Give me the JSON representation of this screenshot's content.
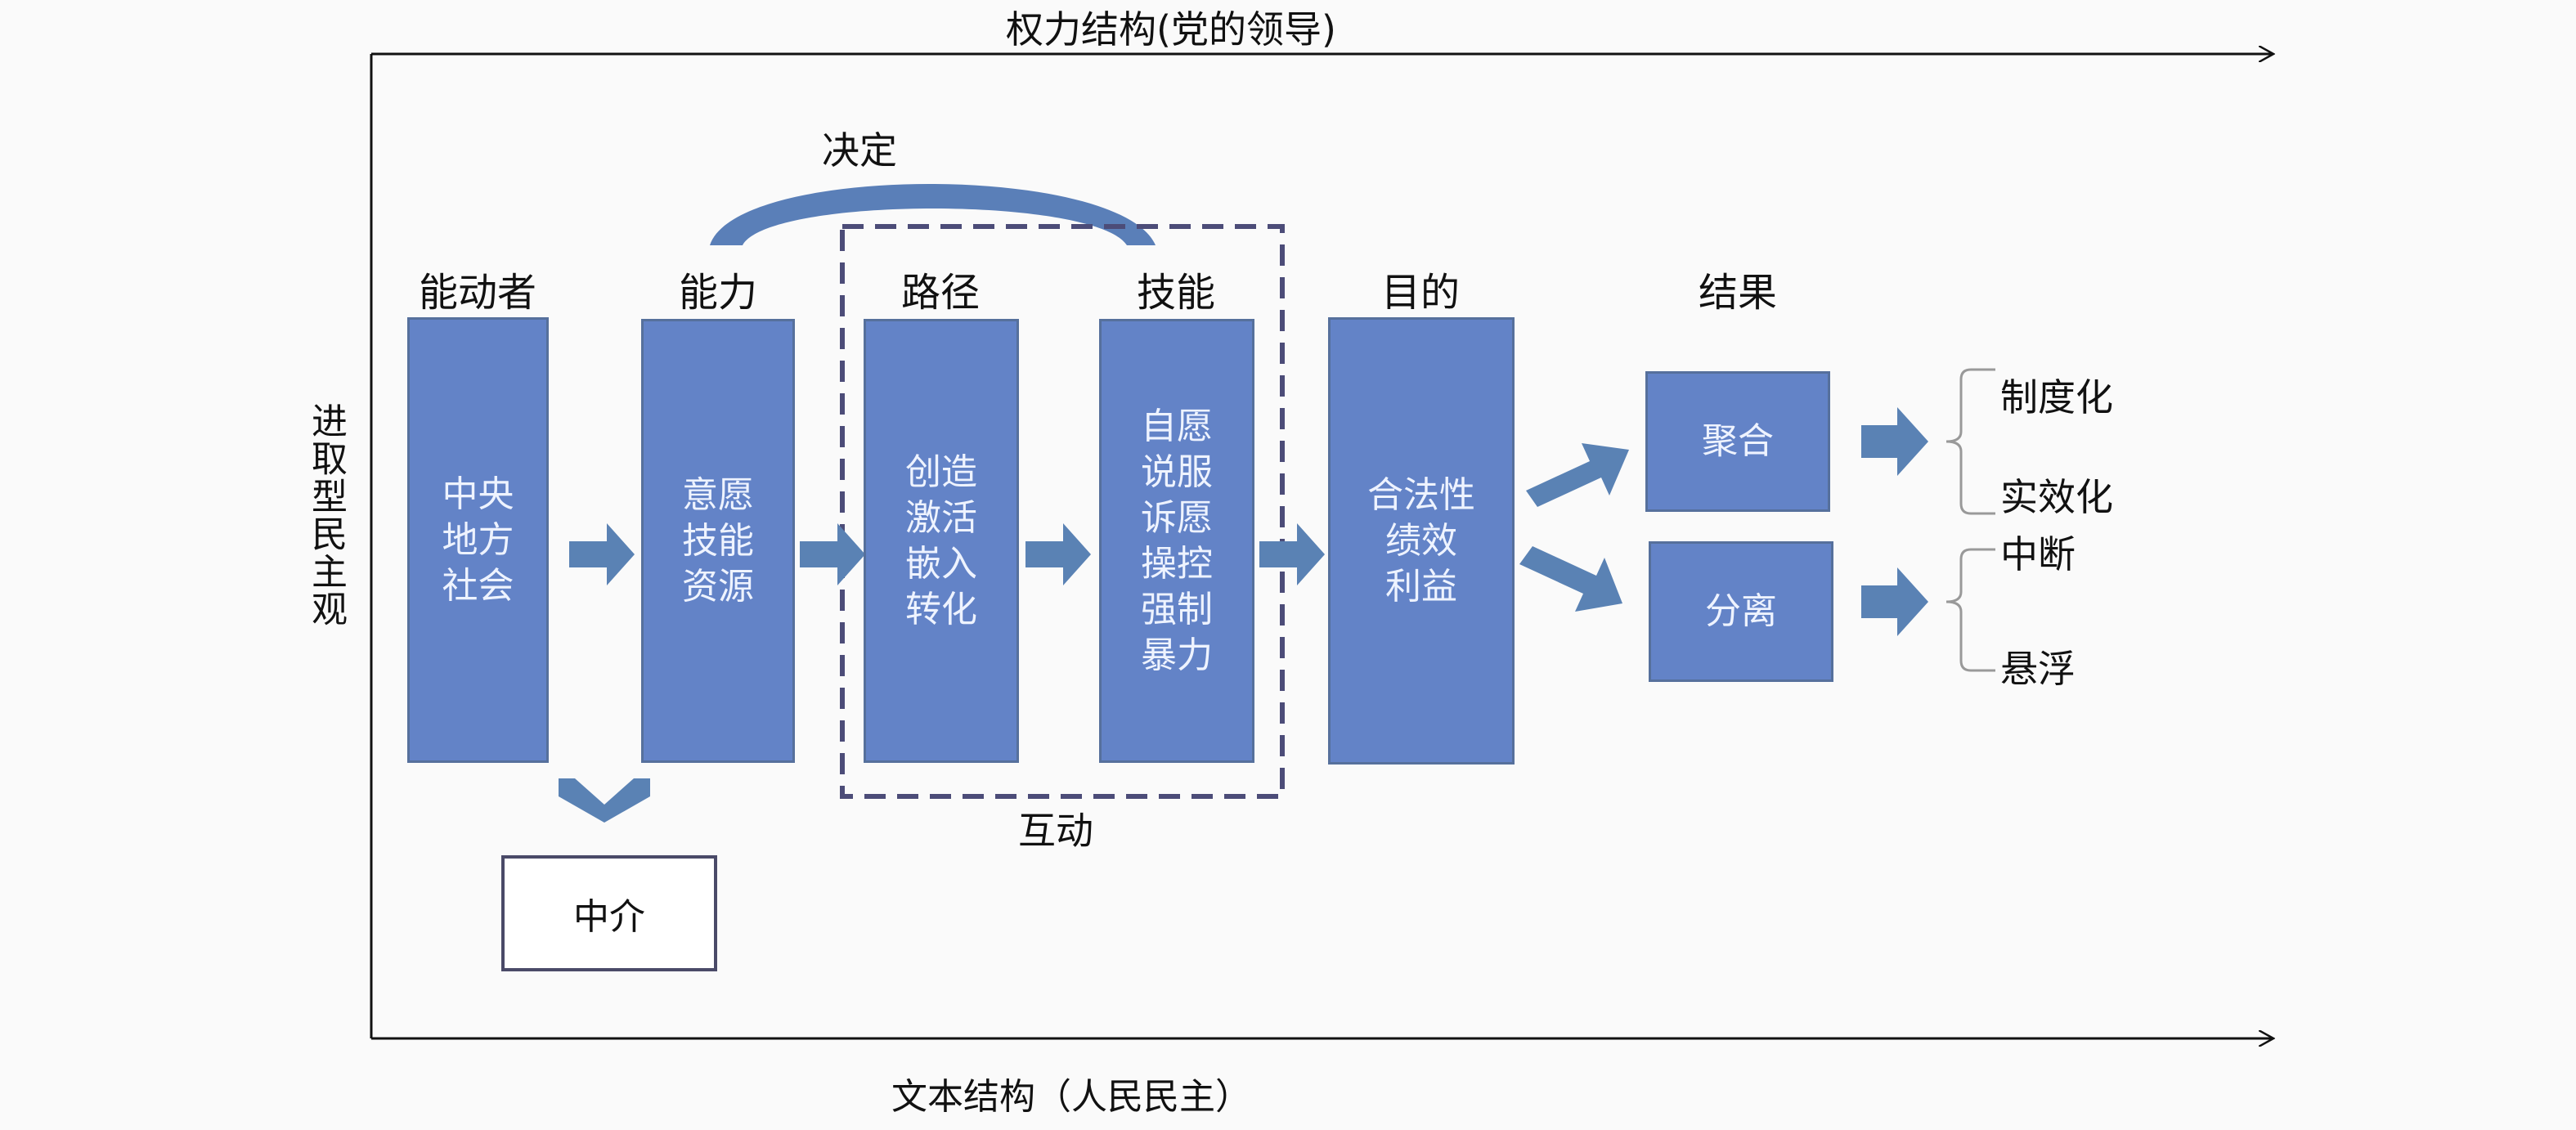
{
  "axes": {
    "top": "权力结构(党的领导)",
    "bottom": "文本结构（人民民主）",
    "left": "进取型民主观"
  },
  "labels": {
    "decide": "决定",
    "interact": "互动"
  },
  "columns": [
    {
      "header": "能动者",
      "body": "中央\n地方\n社会"
    },
    {
      "header": "能力",
      "body": "意愿\n技能\n资源"
    },
    {
      "header": "路径",
      "body": "创造\n激活\n嵌入\n转化"
    },
    {
      "header": "技能",
      "body": "自愿\n说服\n诉愿\n操控\n强制\n暴力"
    },
    {
      "header": "目的",
      "body": "合法性\n绩效\n利益"
    }
  ],
  "results": {
    "header": "结果",
    "aggregate": {
      "label": "聚合",
      "outcomes": [
        "制度化",
        "实效化"
      ]
    },
    "separate": {
      "label": "分离",
      "outcomes": [
        "中断",
        "悬浮"
      ]
    }
  },
  "mediator": "中介",
  "colors": {
    "box": "#6383c7",
    "arrow": "#5a82b4",
    "dashed": "#4c4c78"
  }
}
